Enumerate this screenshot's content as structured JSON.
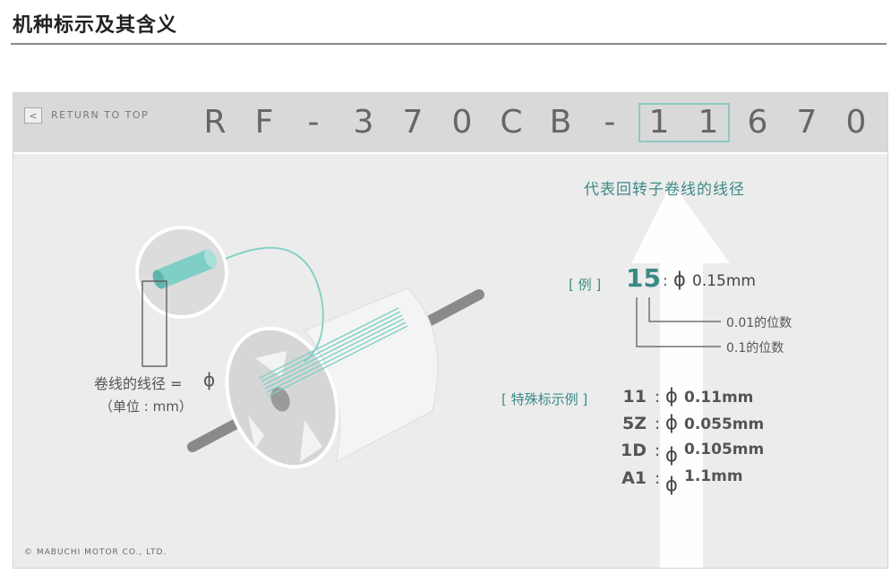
{
  "page": {
    "title": "机种标示及其含义"
  },
  "header": {
    "back_glyph": "<",
    "return_label": "RETURN TO TOP",
    "code_chars": [
      "R",
      "F",
      "-",
      "3",
      "7",
      "0",
      "C",
      "B",
      "-",
      "1",
      "1",
      "6",
      "7",
      "0"
    ]
  },
  "diagram": {
    "caption": "代表回转子卷线的线径",
    "example": {
      "bracket_label": "[ 例 ]",
      "code": "15",
      "colon": ":",
      "phi": "ϕ",
      "value": "0.15mm",
      "note_hundredths": "0.01的位数",
      "note_tenths": "0.1的位数"
    },
    "special": {
      "label": "[ 特殊标示例 ]",
      "items": [
        {
          "code": "11",
          "phi": "ϕ",
          "value": "0.11mm"
        },
        {
          "code": "5Z",
          "phi": "ϕ",
          "value": "0.055mm"
        },
        {
          "code": "1D",
          "phi": "ϕ",
          "value": "0.105mm"
        },
        {
          "code": "A1",
          "phi": "ϕ",
          "value": "1.1mm"
        }
      ]
    },
    "wire_label": "卷线的线径 =",
    "wire_phi": "ϕ",
    "unit_label": "（单位 : mm）",
    "copyright": "© MABUCHI MOTOR CO., LTD."
  },
  "colors": {
    "accent": "#3a8a84",
    "highlight": "#8ec9c4",
    "wire": "#7fcfc6"
  }
}
